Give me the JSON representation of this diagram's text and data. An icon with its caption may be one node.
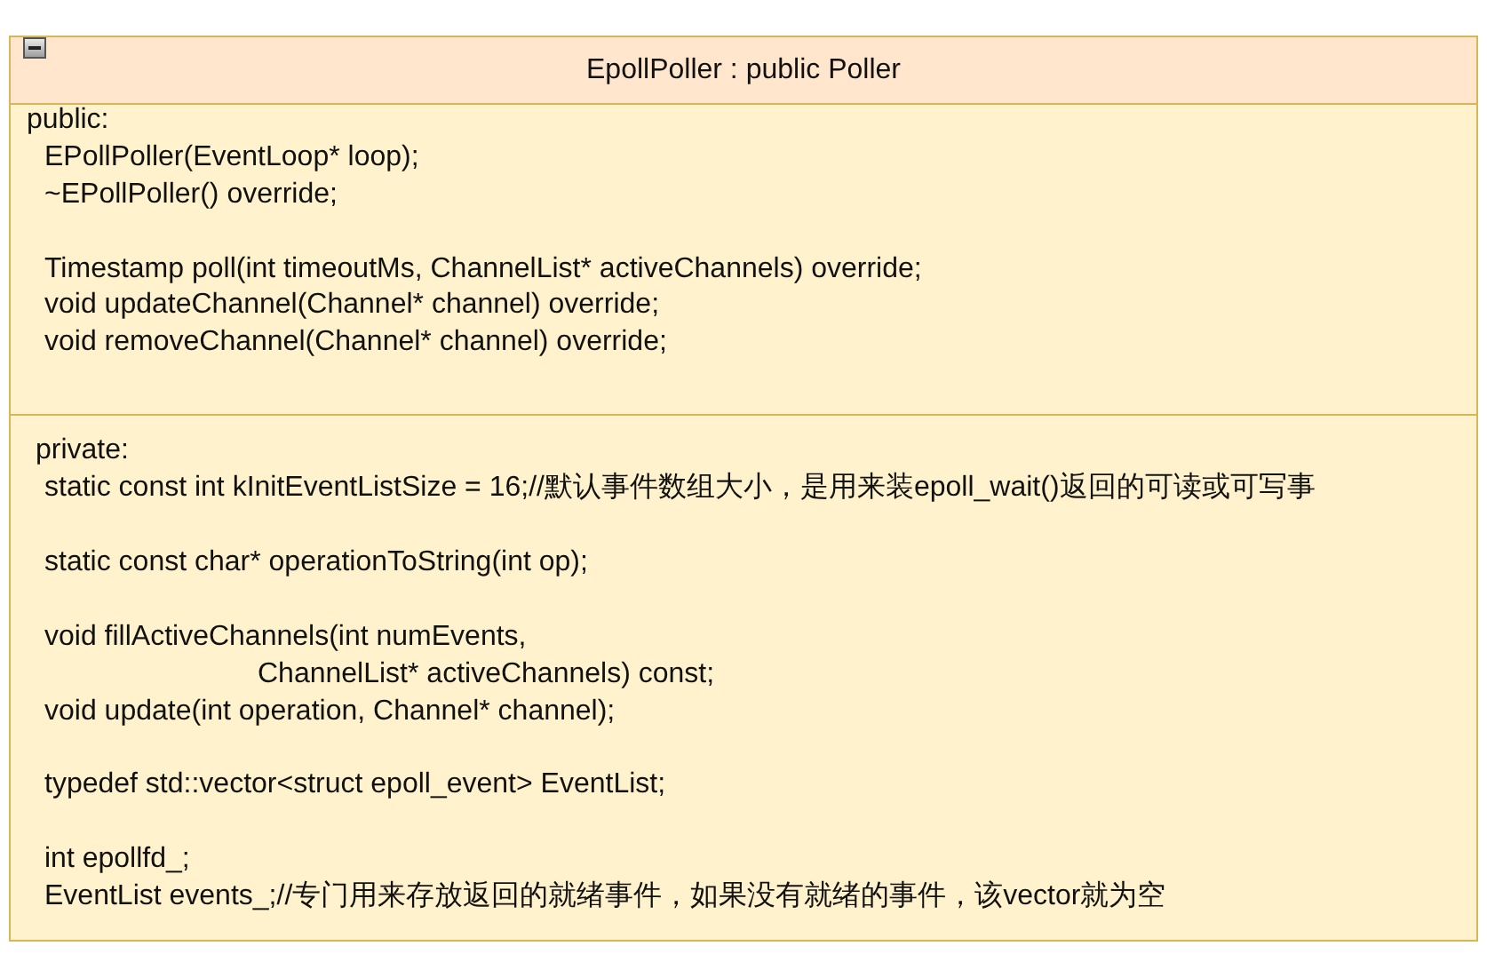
{
  "diagram": {
    "nodes": [
      {
        "text": [
          "EpollPoller : public Poller"
        ]
      },
      {
        "text": [
          "public:",
          "EPollPoller(EventLoop* loop);",
          "~EPollPoller() override;",
          "Timestamp poll(int timeoutMs, ChannelList* activeChannels) override;",
          "void updateChannel(Channel* channel) override;",
          "void removeChannel(Channel* channel) override;"
        ],
        "in": 0
      },
      {
        "text": [
          "private:",
          "static const int kInitEventListSize = 16;//默认事件数组大小，是用来装epoll_wait()返回的可读或可写事",
          "static const char* operationToString(int op);",
          "void fillActiveChannels(int numEvents,",
          "ChannelList* activeChannels) const;",
          "void update(int operation, Channel* channel);",
          "typedef std::vector<struct epoll_event> EventList;",
          "int epollfd_;",
          "EventList events_;//专门用来存放返回的就绪事件，如果没有就绪的事件，该vector就为空"
        ],
        "in": 0
      }
    ]
  }
}
